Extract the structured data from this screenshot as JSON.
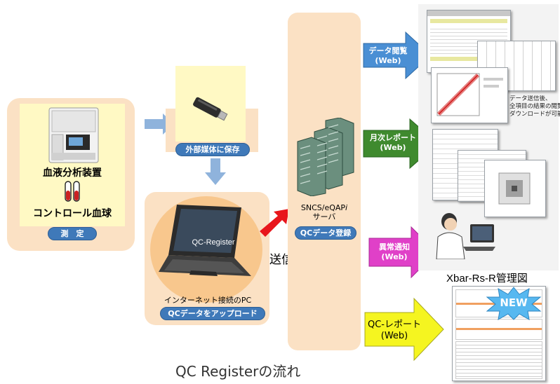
{
  "left": {
    "analyzer_label": "血液分析装置",
    "control_label": "コントロール血球",
    "measure_label": "測　定"
  },
  "usb": {
    "save_label": "外部媒体に保存"
  },
  "pc": {
    "screen_text": "QC-Register",
    "caption": "インターネット接続のPC",
    "upload_label": "QCデータをアップロード",
    "send_label": "送信"
  },
  "server": {
    "name_line1": "SNCS/eQAP",
    "name_italic": "i",
    "name_line2": "サーバ",
    "register_label": "QCデータ登録"
  },
  "arrows": {
    "data_view": {
      "line1": "データ閲覧",
      "line2": "(Web)"
    },
    "monthly": {
      "line1": "月次レポート",
      "line2": "(Web)"
    },
    "anomaly": {
      "line1": "異常通知",
      "line2": "(Web)"
    },
    "qc_report": {
      "line1": "QC-レポート",
      "line2": "(Web)"
    }
  },
  "notes": {
    "download_line1": "データ送信後、",
    "download_line2": "全項目の結果の閲覧",
    "download_line3": "ダウンロードが可能"
  },
  "xbar": {
    "title": "Xbar-Rs-R管理図",
    "badge": "NEW"
  },
  "footer": {
    "title": "QC Registerの流れ"
  },
  "colors": {
    "blue_arrow": "#4a8fd4",
    "green_arrow": "#3f8a2e",
    "pink_arrow": "#e040c8",
    "yellow_arrow": "#f5f520",
    "red_arrow": "#e8161c",
    "pill_blue": "#3f79b9",
    "peach": "#fbe3c8",
    "cream": "#fff9c4"
  }
}
